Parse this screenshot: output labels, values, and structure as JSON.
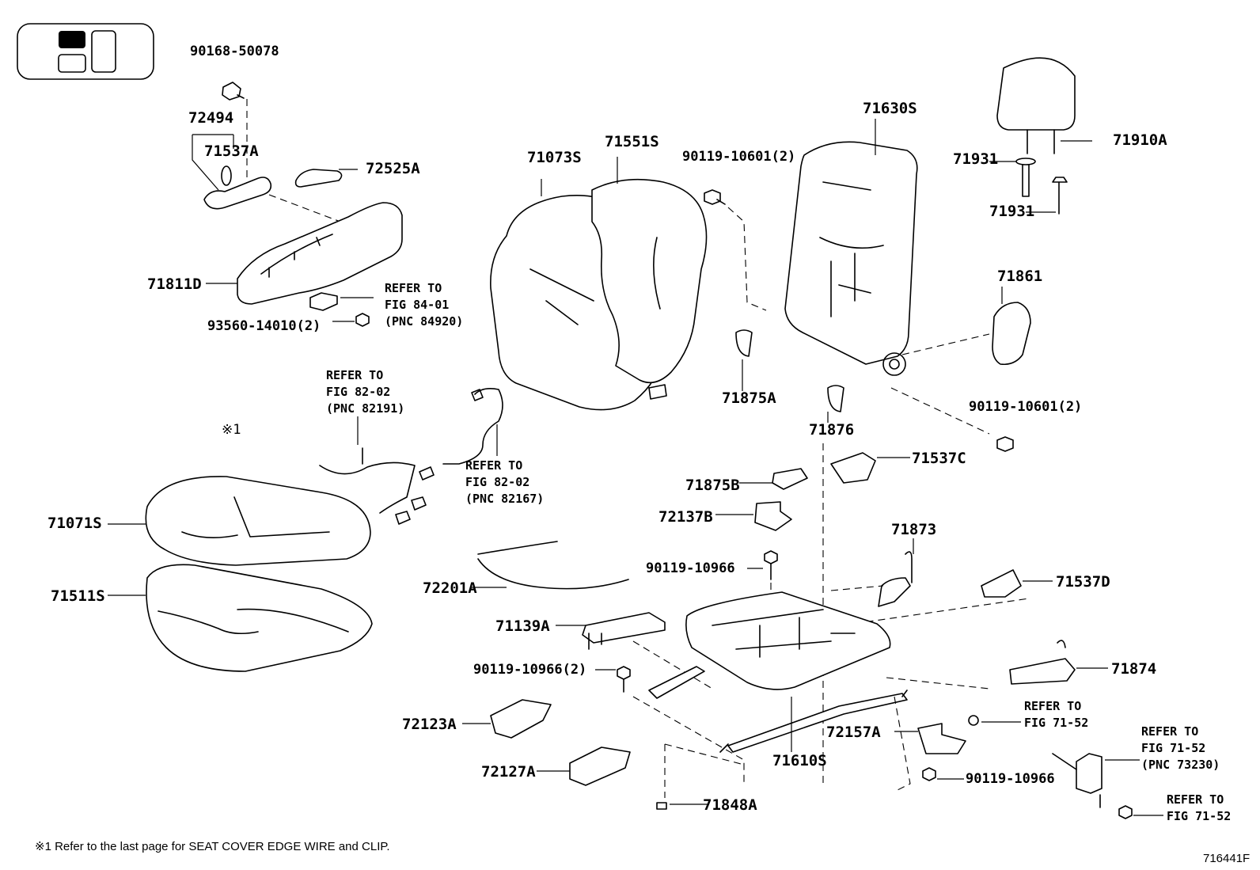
{
  "callouts": {
    "p90168_50078": "90168-50078",
    "p72494": "72494",
    "p71537A": "71537A",
    "p72525A": "72525A",
    "p71811D": "71811D",
    "p93560_14010": "93560-14010(2)",
    "p71073S": "71073S",
    "p71551S": "71551S",
    "p90119_10601_top": "90119-10601(2)",
    "p71630S": "71630S",
    "p71931_a": "71931",
    "p71910A": "71910A",
    "p71931_b": "71931",
    "p71861": "71861",
    "p71875A": "71875A",
    "p71876": "71876",
    "p90119_10601_right": "90119-10601(2)",
    "p71537C": "71537C",
    "p71875B": "71875B",
    "p72137B": "72137B",
    "p71873": "71873",
    "p90119_10966_a": "90119-10966",
    "p71537D": "71537D",
    "p71071S": "71071S",
    "p71511S": "71511S",
    "p72201A": "72201A",
    "p71139A": "71139A",
    "p90119_10966_b": "90119-10966(2)",
    "p71874": "71874",
    "p72123A": "72123A",
    "p72157A": "72157A",
    "p71610S": "71610S",
    "p72127A": "72127A",
    "p90119_10966_c": "90119-10966",
    "p71848A": "71848A",
    "note_marker": "※1"
  },
  "references": {
    "fig84_01": {
      "line1": "REFER TO",
      "line2": "FIG 84-01",
      "line3": "(PNC 84920)"
    },
    "fig82_02_a": {
      "line1": "REFER TO",
      "line2": "FIG 82-02",
      "line3": "(PNC 82191)"
    },
    "fig82_02_b": {
      "line1": "REFER TO",
      "line2": "FIG 82-02",
      "line3": "(PNC 82167)"
    },
    "fig71_52_a": {
      "line1": "REFER TO",
      "line2": "FIG 71-52"
    },
    "fig71_52_b": {
      "line1": "REFER TO",
      "line2": "FIG 71-52",
      "line3": "(PNC 73230)"
    },
    "fig71_52_c": {
      "line1": "REFER TO",
      "line2": "FIG 71-52"
    }
  },
  "footnote": "※1 Refer to the last page for SEAT COVER EDGE WIRE and CLIP.",
  "figure_code": "716441F"
}
